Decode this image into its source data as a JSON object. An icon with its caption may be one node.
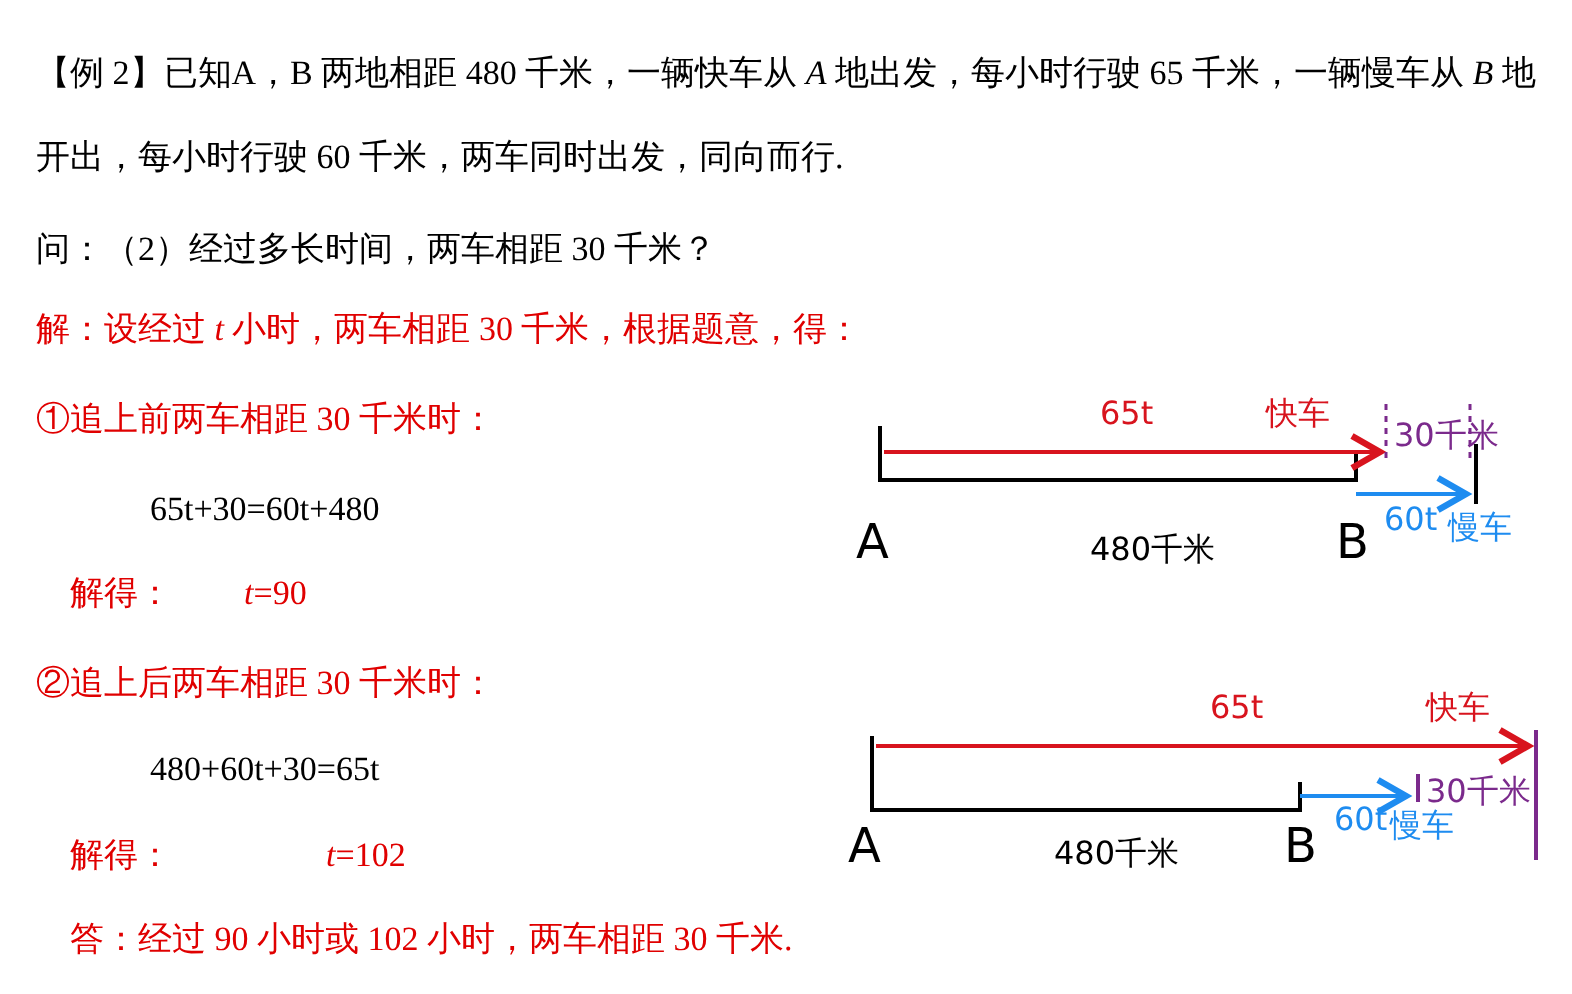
{
  "diagram": {
    "labels": [
      "【例 2】已知A，B 两地相距 480 千米，一辆快车从 *A* 地出发，每小时行驶 65 千米，一辆慢车从 *B* 地开出，每小时行驶 60 千米，两车同时出发，同向而行.",
      "问：（2）经过多长时间，两车相距 30 千米？",
      "解：设经过 *t* 小时，两车相距 30 千米，根据题意，得：",
      "①追上前两车相距 30 千米时：",
      "65t",
      "快车",
      "30千米",
      "A",
      "480千米",
      "B",
      "60t",
      "慢车",
      "65t+30=60t+480",
      "解得：",
      "*t*=90",
      "②追上后两车相距 30 千米时：",
      "65t",
      "快车",
      "60t",
      "慢车",
      "30千米",
      "A",
      "480千米",
      "B",
      "480+60t+30=65t",
      "解得：",
      "*t*=102",
      "答：经过 90 小时或 102 小时，两车相距 30 千米."
    ]
  }
}
